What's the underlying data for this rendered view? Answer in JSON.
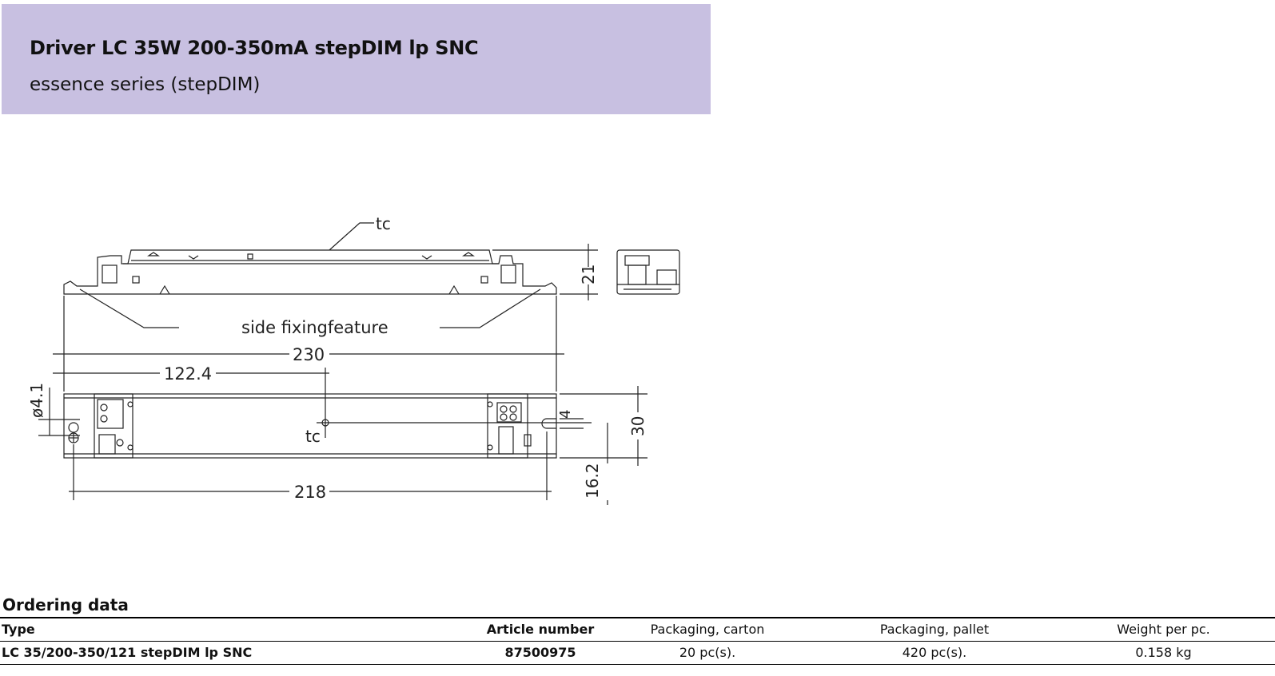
{
  "header": {
    "title": "Driver LC 35W 200-350mA stepDIM lp SNC",
    "subtitle": "essence series (stepDIM)",
    "background_color": "#c8c0e1"
  },
  "drawing": {
    "labels": {
      "tc_top": "tc",
      "tc_bottom": "tc",
      "side_fixing": "side fixingfeature",
      "dim_length": "230",
      "dim_tc_offset": "122.4",
      "dim_hole_diameter": "ø4.1",
      "dim_hole_spacing": "218",
      "dim_height": "21",
      "dim_width": "30",
      "dim_slot": "4",
      "dim_hole_offset": "16.2"
    }
  },
  "ordering": {
    "title": "Ordering data",
    "columns": [
      "Type",
      "Article number",
      "Packaging, carton",
      "Packaging, pallet",
      "Weight per pc."
    ],
    "rows": [
      [
        "LC 35/200-350/121 stepDIM lp SNC",
        "87500975",
        "20 pc(s).",
        "420 pc(s).",
        "0.158 kg"
      ]
    ]
  }
}
